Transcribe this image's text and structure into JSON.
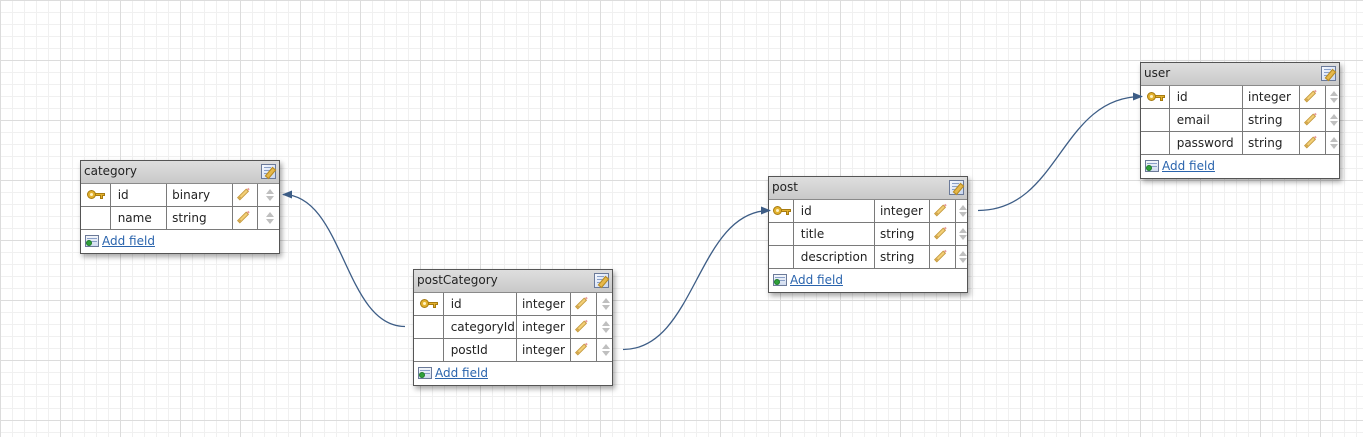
{
  "colors": {
    "link_line": "#3d5d86",
    "grid_major": "#dcdcdc",
    "grid_minor": "#f0f0f0",
    "header_bg": "#d3d3d3"
  },
  "entities": [
    {
      "name": "category",
      "key": "category",
      "fields": [
        {
          "name": "id",
          "type": "binary",
          "primary": true
        },
        {
          "name": "name",
          "type": "string",
          "primary": false
        }
      ],
      "add_label": "Add field"
    },
    {
      "name": "postCategory",
      "key": "postcategory",
      "fields": [
        {
          "name": "id",
          "type": "integer",
          "primary": true
        },
        {
          "name": "categoryId",
          "type": "integer",
          "primary": false
        },
        {
          "name": "postId",
          "type": "integer",
          "primary": false
        }
      ],
      "add_label": "Add field"
    },
    {
      "name": "post",
      "key": "post",
      "fields": [
        {
          "name": "id",
          "type": "integer",
          "primary": true
        },
        {
          "name": "title",
          "type": "string",
          "primary": false
        },
        {
          "name": "description",
          "type": "string",
          "primary": false
        }
      ],
      "add_label": "Add field"
    },
    {
      "name": "user",
      "key": "user",
      "fields": [
        {
          "name": "id",
          "type": "integer",
          "primary": true
        },
        {
          "name": "email",
          "type": "string",
          "primary": false
        },
        {
          "name": "password",
          "type": "string",
          "primary": false
        }
      ],
      "add_label": "Add field"
    }
  ],
  "relations": [
    {
      "from": "postCategory.categoryId",
      "to": "category.id"
    },
    {
      "from": "postCategory.postId",
      "to": "post.id"
    },
    {
      "from": "post.id",
      "to": "user.id"
    }
  ]
}
